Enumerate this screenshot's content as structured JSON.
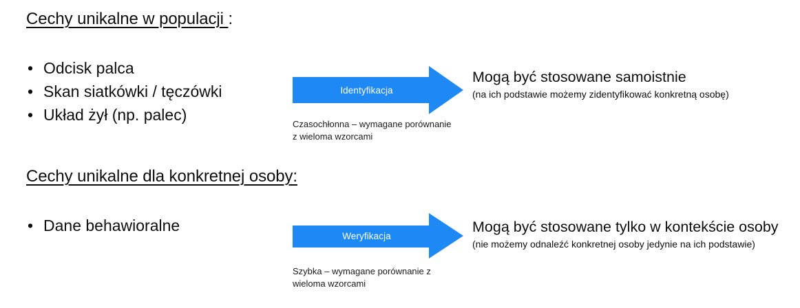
{
  "slide": {
    "background_color": "#ffffff",
    "text_color": "#0d0d0d",
    "accent_color": "#1e88f5"
  },
  "sections": [
    {
      "heading_underlined": "Cechy unikalne w populacji ",
      "heading_tail": ":",
      "bullets": [
        "Odcisk palca",
        "Skan siatkówki / tęczówki",
        "Układ żył (np. palec)"
      ],
      "arrow": {
        "label": "Identyfikacja",
        "caption_line_1": "Czasochłonna – wymagane porównanie",
        "caption_line_2": "z wieloma wzorcami"
      },
      "outcome": {
        "main": "Mogą być stosowane samoistnie",
        "sub": "(na ich podstawie możemy zidentyfikować konkretną osobę)"
      }
    },
    {
      "heading_underlined": "Cechy unikalne dla konkretnej osoby:",
      "heading_tail": "",
      "bullets": [
        "Dane behawioralne"
      ],
      "arrow": {
        "label": "Weryfikacja",
        "caption_line_1": "Szybka – wymagane porównanie z",
        "caption_line_2": "wieloma wzorcami"
      },
      "outcome": {
        "main": "Mogą być stosowane tylko w kontekście osoby",
        "sub": "(nie możemy odnaleźć konkretnej osoby jedynie na ich podstawie)"
      }
    }
  ],
  "bullet_glyph": "•"
}
